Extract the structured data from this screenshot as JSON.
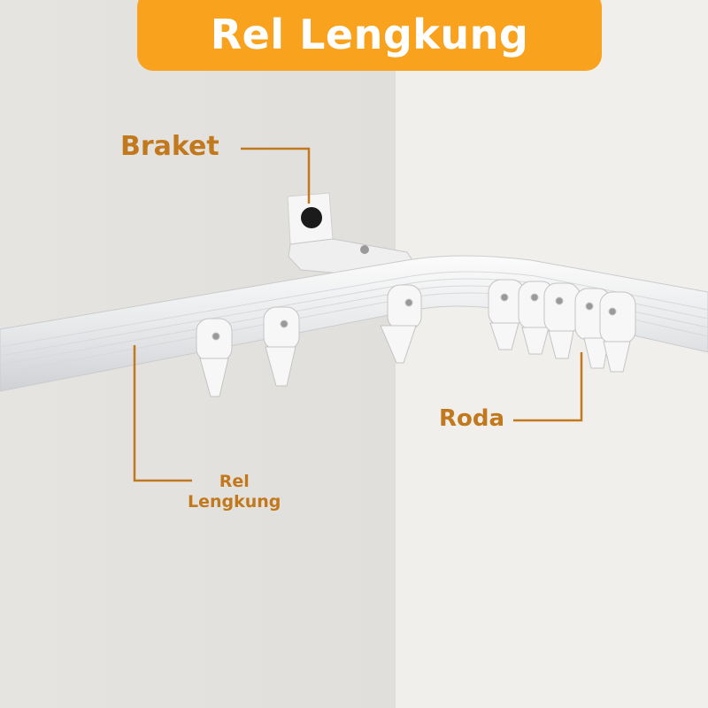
{
  "title": "Rel Lengkung",
  "labels": {
    "braket": "Braket",
    "roda": "Roda",
    "rel_line1": "Rel",
    "rel_line2": "Lengkung"
  },
  "colors": {
    "accent": "#f9a21e",
    "label": "#c2781c",
    "wall_left": "#e4e2de",
    "wall_right": "#f1efec"
  }
}
